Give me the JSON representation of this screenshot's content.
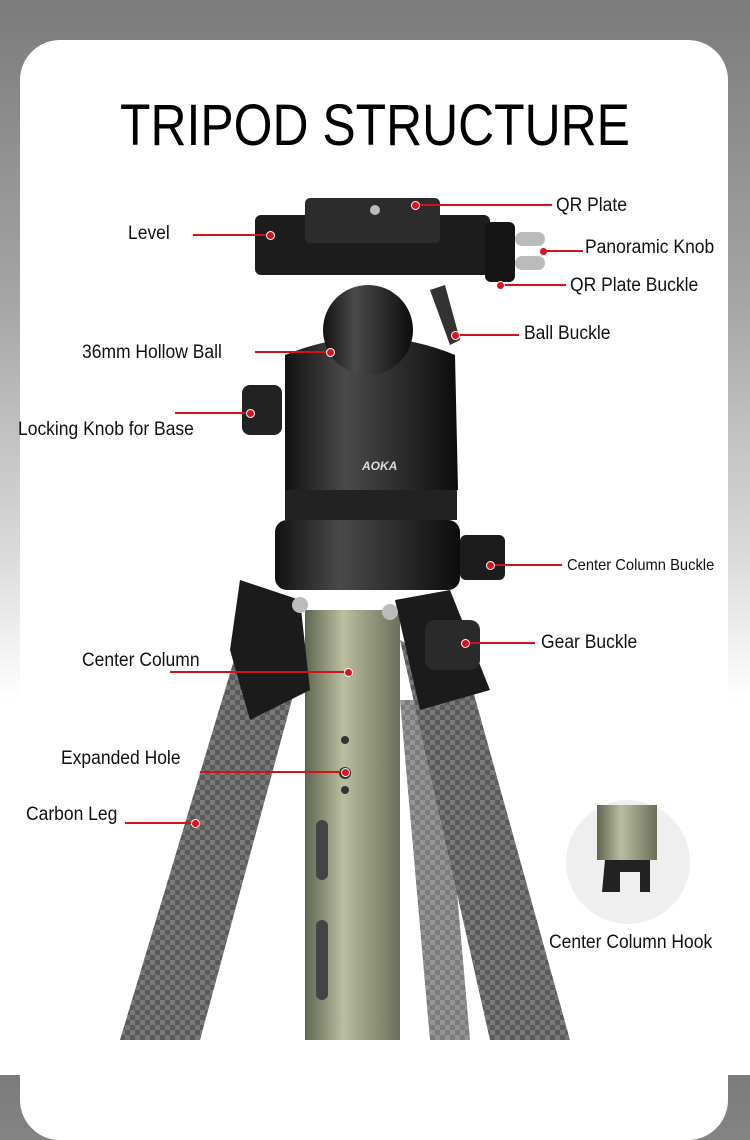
{
  "title": "TRIPOD STRUCTURE",
  "brand": "AOKA",
  "accent_color": "#d4111b",
  "labels": {
    "qr_plate": "QR Plate",
    "level": "Level",
    "panoramic_knob": "Panoramic Knob",
    "qr_plate_buckle": "QR Plate Buckle",
    "ball_buckle": "Ball Buckle",
    "hollow_ball": "36mm Hollow Ball",
    "locking_knob": "Locking Knob for Base",
    "center_column_buckle": "Center Column Buckle",
    "gear_buckle": "Gear Buckle",
    "center_column": "Center Column",
    "expanded_hole": "Expanded Hole",
    "carbon_leg": "Carbon Leg",
    "center_column_hook": "Center Column Hook"
  }
}
